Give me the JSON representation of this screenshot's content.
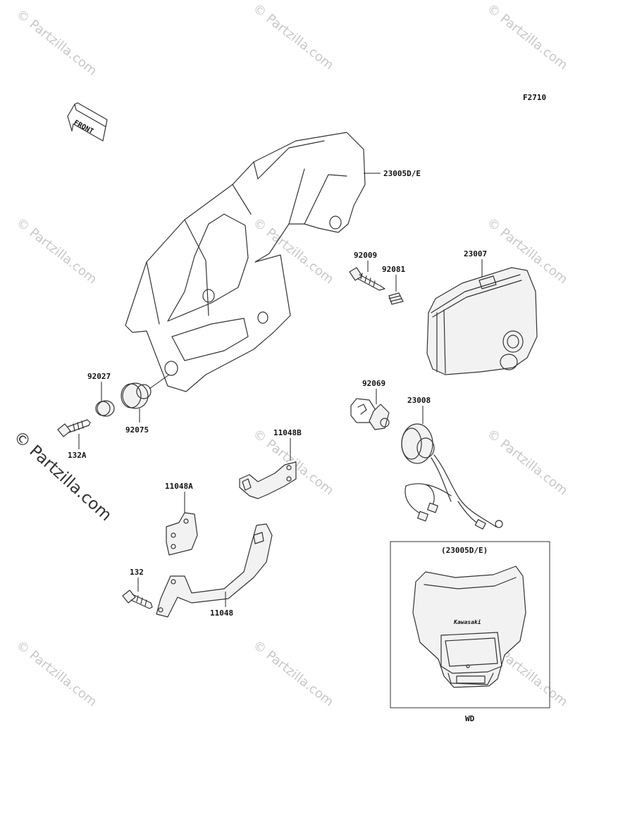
{
  "diagram": {
    "figure_code": "F2710",
    "front_label": "FRONT",
    "watermark": "© Partzilla.com",
    "watermark_large": "© Partzilla.com",
    "inset": {
      "header": "(23005D/E)",
      "footer": "WD",
      "logo_text": "Kawasaki"
    },
    "parts": {
      "p23005": "23005D/E",
      "p23007": "23007",
      "p92009": "92009",
      "p92081": "92081",
      "p92027": "92027",
      "p92075": "92075",
      "p132A": "132A",
      "p92069": "92069",
      "p23008": "23008",
      "p11048B": "11048B",
      "p11048A": "11048A",
      "p132": "132",
      "p11048": "11048"
    }
  }
}
